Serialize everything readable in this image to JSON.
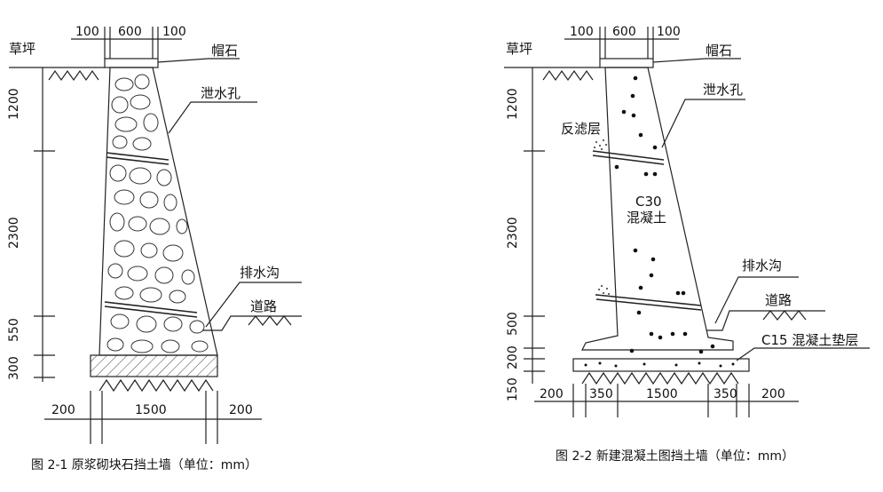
{
  "left": {
    "top_dims": [
      "100",
      "600",
      "100"
    ],
    "grass": "草坪",
    "cap_stone": "帽石",
    "weep_hole": "泄水孔",
    "drain_ditch": "排水沟",
    "road": "道路",
    "vert_dims": [
      "1200",
      "2300",
      "550",
      "300"
    ],
    "bottom_dims": [
      "200",
      "1500",
      "200"
    ],
    "caption": "图 2-1 原浆砌块石挡土墙（单位：mm）"
  },
  "right": {
    "top_dims": [
      "100",
      "600",
      "100"
    ],
    "grass": "草坪",
    "cap_stone": "帽石",
    "weep_hole": "泄水孔",
    "filter_layer": "反滤层",
    "concrete_line1": "C30",
    "concrete_line2": "混凝土",
    "drain_ditch": "排水沟",
    "road": "道路",
    "cushion": "C15 混凝土垫层",
    "vert_dims": [
      "1200",
      "2300",
      "500",
      "200",
      "150"
    ],
    "bottom_dims": [
      "200",
      "350",
      "1500",
      "350",
      "200"
    ],
    "caption": "图 2-2 新建混凝土图挡土墙（单位：mm）"
  }
}
